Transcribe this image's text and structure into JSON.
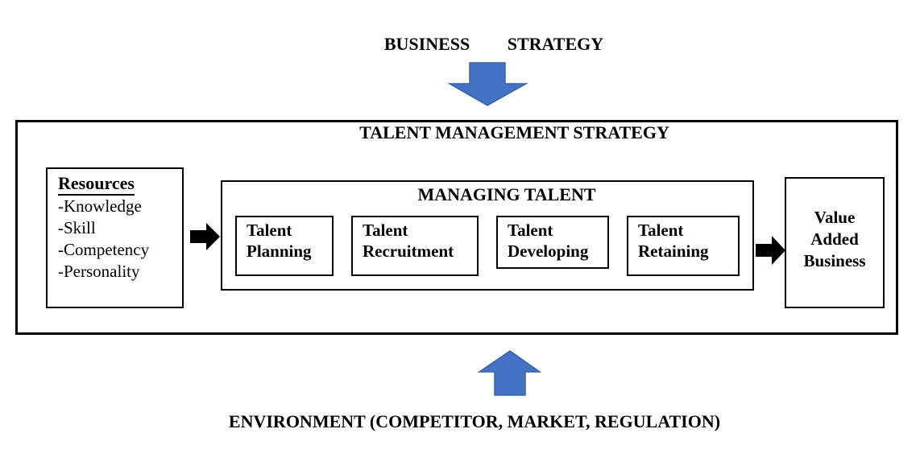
{
  "top_label": "BUSINESS   STRATEGY",
  "outer_title": "TALENT MANAGEMENT STRATEGY",
  "resources": {
    "heading": "Resources",
    "items": [
      "-Knowledge",
      "-Skill",
      "-Competency",
      "-Personality"
    ]
  },
  "managing": {
    "title": "MANAGING TALENT",
    "stages": [
      {
        "line1": "Talent",
        "line2": "Planning"
      },
      {
        "line1": "Talent",
        "line2": "Recruitment"
      },
      {
        "line1": "Talent",
        "line2": "Developing"
      },
      {
        "line1": "Talent",
        "line2": "Retaining"
      }
    ]
  },
  "value": {
    "line1": "Value",
    "line2": "Added",
    "line3": "Business"
  },
  "bottom_label": "ENVIRONMENT (COMPETITOR, MARKET, REGULATION)",
  "colors": {
    "big_arrow_fill": "#4472C4",
    "big_arrow_stroke": "#3A63A8",
    "small_arrow": "#000000"
  }
}
